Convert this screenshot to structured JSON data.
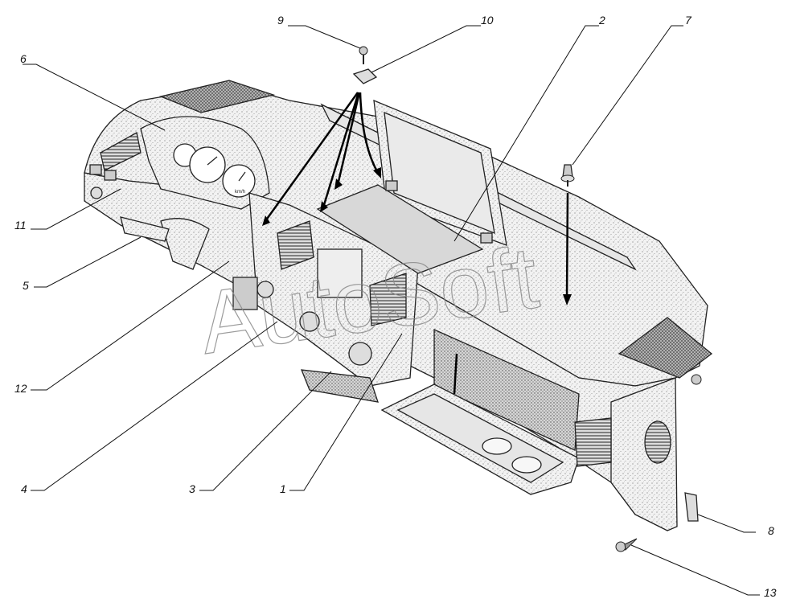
{
  "watermark": "AutoSoft",
  "callouts": [
    {
      "id": "1",
      "label": "1"
    },
    {
      "id": "2",
      "label": "2"
    },
    {
      "id": "3",
      "label": "3"
    },
    {
      "id": "4",
      "label": "4"
    },
    {
      "id": "5",
      "label": "5"
    },
    {
      "id": "6",
      "label": "6"
    },
    {
      "id": "7",
      "label": "7"
    },
    {
      "id": "8",
      "label": "8"
    },
    {
      "id": "9",
      "label": "9"
    },
    {
      "id": "10",
      "label": "10"
    },
    {
      "id": "11",
      "label": "11"
    },
    {
      "id": "12",
      "label": "12"
    },
    {
      "id": "13",
      "label": "13"
    }
  ],
  "gauges": {
    "speed_label": "km/h"
  }
}
